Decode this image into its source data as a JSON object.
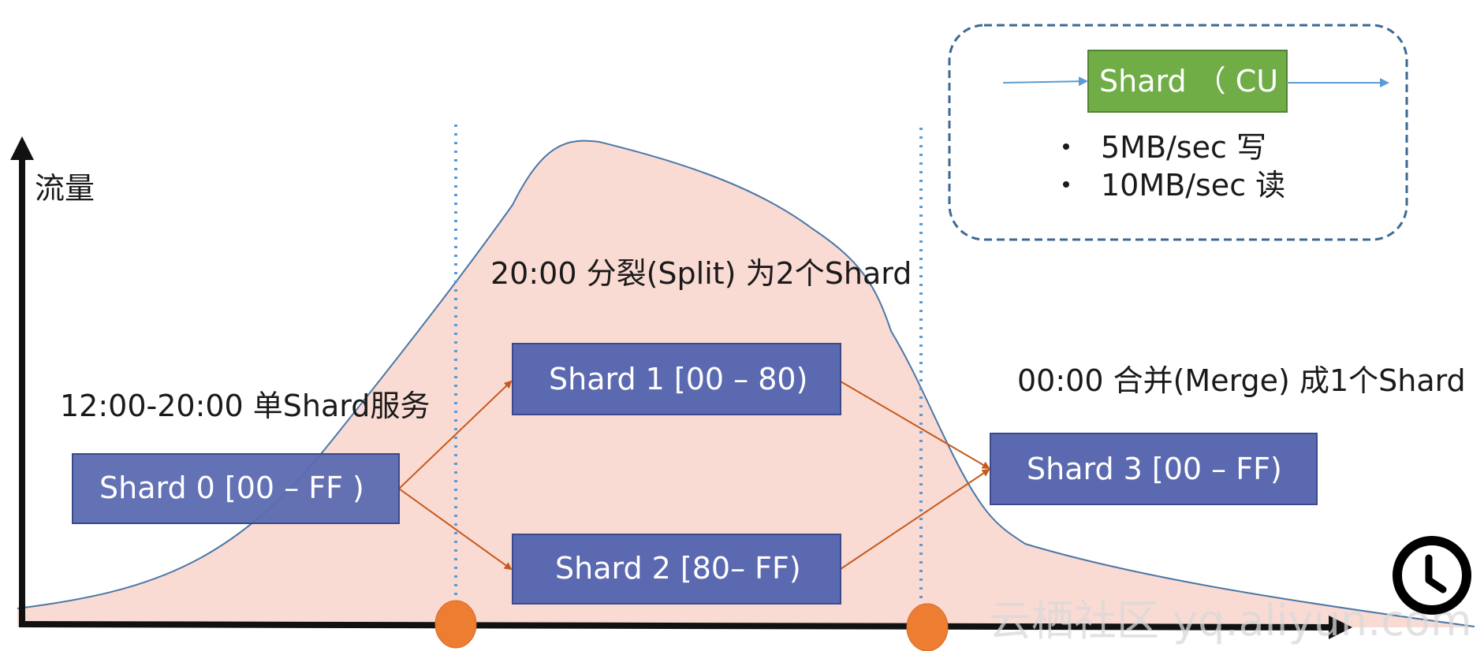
{
  "axis": {
    "y_label": "流量"
  },
  "phases": {
    "single": "12:00-20:00 单Shard服务",
    "split": "20:00 分裂(Split) 为2个Shard",
    "merge": "00:00 合并(Merge) 成1个Shard"
  },
  "shards": [
    {
      "id": "shard0",
      "label": "Shard 0 [00 – FF )"
    },
    {
      "id": "shard1",
      "label": "Shard 1 [00 – 80)"
    },
    {
      "id": "shard2",
      "label": "Shard 2 [80– FF)"
    },
    {
      "id": "shard3",
      "label": "Shard 3 [00 – FF)"
    }
  ],
  "legend": {
    "box_label": "Shard （ CU ）",
    "bullets": [
      "5MB/sec 写",
      "10MB/sec 读"
    ]
  },
  "watermark": "云栖社区 yq.aliyun.com",
  "icons": {
    "clock": "clock-icon"
  },
  "colors": {
    "shard_fill": "#5b6ab0",
    "shard_border": "#3c4a8c",
    "area_fill": "#f9d5cc",
    "curve_stroke": "#4b78a6",
    "arrow": "#c55a1d",
    "milestone": "#ed7d31",
    "divider": "#5b9bd5",
    "legend_box_fill": "#70ad47",
    "legend_border": "#3b6a94"
  }
}
